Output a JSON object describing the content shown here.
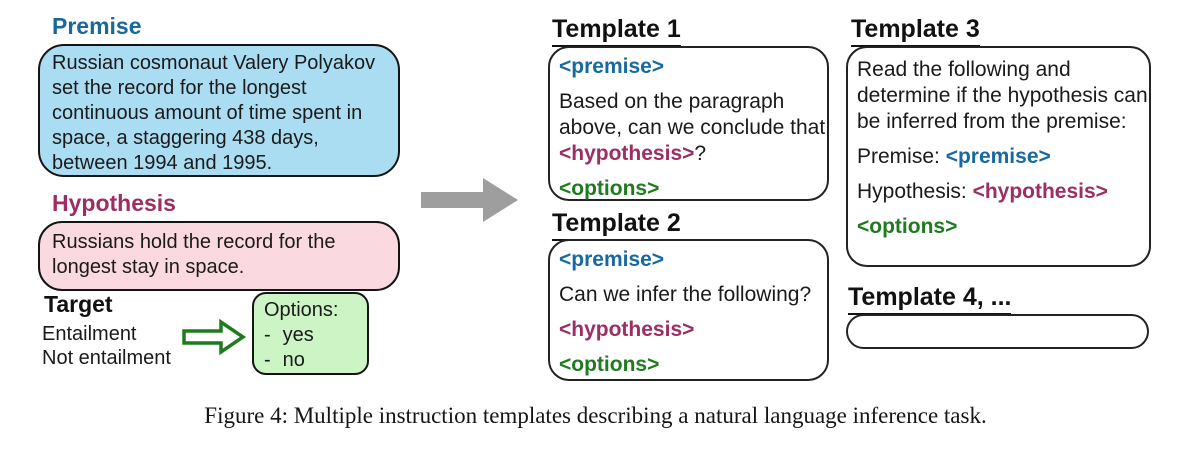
{
  "colors": {
    "premise_accent": "#17699E",
    "hypothesis_accent": "#9C2E63",
    "options_accent": "#1E7B1E",
    "premise_fill": "#AADCF2",
    "hypothesis_fill": "#FBD9E1",
    "options_fill": "#CCF4C5",
    "arrow_gray": "#9E9E9E"
  },
  "example": {
    "premise_label": "Premise",
    "premise_lines": [
      "Russian cosmonaut Valery Polyakov",
      "set the record for the longest",
      "continuous amount of time spent in",
      "space, a staggering 438 days,",
      "between 1994 and 1995."
    ],
    "hypothesis_label": "Hypothesis",
    "hypothesis_lines": [
      "Russians hold the record for the",
      "longest stay in space."
    ],
    "target_label": "Target",
    "target_values": [
      "Entailment",
      "Not entailment"
    ],
    "options_box": {
      "title": "Options:",
      "bullet": "-",
      "items": [
        "yes",
        "no"
      ]
    }
  },
  "templates": [
    {
      "title": "Template 1",
      "body": [
        {
          "lines": [
            [
              {
                "t": "<premise>",
                "c": "premise"
              }
            ]
          ]
        },
        {
          "lines": [
            [
              {
                "t": "Based on the paragraph",
                "c": "plain"
              }
            ],
            [
              {
                "t": "above, can we conclude that",
                "c": "plain"
              }
            ],
            [
              {
                "t": "<hypothesis>",
                "c": "hypothesis"
              },
              {
                "t": "?",
                "c": "plain"
              }
            ]
          ]
        },
        {
          "lines": [
            [
              {
                "t": "<options>",
                "c": "options"
              }
            ]
          ]
        }
      ]
    },
    {
      "title": "Template 2",
      "body": [
        {
          "lines": [
            [
              {
                "t": "<premise>",
                "c": "premise"
              }
            ]
          ]
        },
        {
          "lines": [
            [
              {
                "t": "Can we infer the following?",
                "c": "plain"
              }
            ]
          ]
        },
        {
          "lines": [
            [
              {
                "t": "<hypothesis>",
                "c": "hypothesis"
              }
            ]
          ]
        },
        {
          "lines": [
            [
              {
                "t": "<options>",
                "c": "options"
              }
            ]
          ]
        }
      ]
    },
    {
      "title": "Template 3",
      "body": [
        {
          "lines": [
            [
              {
                "t": "Read the following and",
                "c": "plain"
              }
            ],
            [
              {
                "t": "determine if the hypothesis can",
                "c": "plain"
              }
            ],
            [
              {
                "t": "be inferred from the premise:",
                "c": "plain"
              }
            ]
          ]
        },
        {
          "lines": [
            [
              {
                "t": "Premise: ",
                "c": "plain"
              },
              {
                "t": "<premise>",
                "c": "premise"
              }
            ]
          ]
        },
        {
          "lines": [
            [
              {
                "t": "Hypothesis: ",
                "c": "plain"
              },
              {
                "t": "<hypothesis>",
                "c": "hypothesis"
              }
            ]
          ]
        },
        {
          "lines": [
            [
              {
                "t": "<options>",
                "c": "options"
              }
            ]
          ]
        }
      ]
    },
    {
      "title": "Template 4, ...",
      "body": []
    }
  ],
  "caption": "Figure 4: Multiple instruction templates describing a natural language inference task."
}
